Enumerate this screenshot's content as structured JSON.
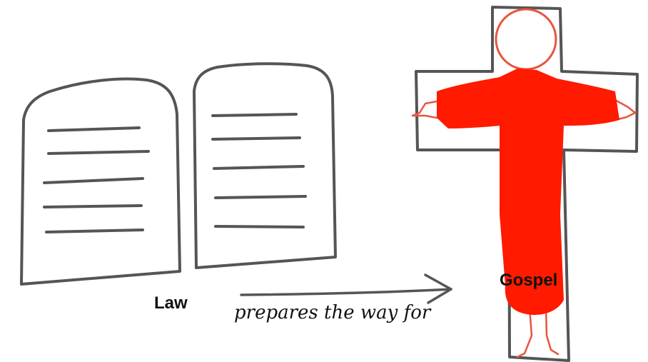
{
  "labels": {
    "law": "Law",
    "connector": "prepares the way for",
    "gospel": "Gospel"
  },
  "colors": {
    "outline": "#555555",
    "robe": "#ff1a00",
    "skin_outline": "#e8553f",
    "text": "#111111"
  },
  "icons": [
    "law-tablet-left-icon",
    "law-tablet-right-icon",
    "arrow-right-icon",
    "cross-icon",
    "christ-figure-icon"
  ]
}
